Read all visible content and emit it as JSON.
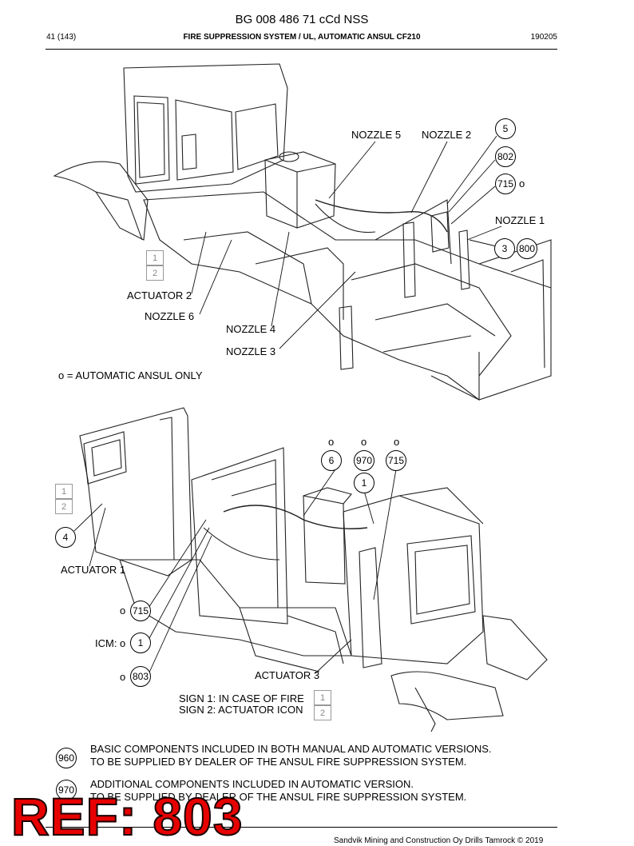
{
  "header": {
    "doc_number": "BG 008 486 71 cCd NSS",
    "page": "41 (143)",
    "title": "FIRE SUPPRESSION SYSTEM / UL, AUTOMATIC ANSUL CF210",
    "date": "190205"
  },
  "top_view": {
    "labels": {
      "nozzle5": "NOZZLE 5",
      "nozzle2": "NOZZLE 2",
      "nozzle1": "NOZZLE 1",
      "actuator2": "ACTUATOR 2",
      "nozzle6": "NOZZLE 6",
      "nozzle4": "NOZZLE 4",
      "nozzle3": "NOZZLE 3",
      "o_marker": "o"
    },
    "callouts": {
      "c5": "5",
      "c802": "802",
      "c715": "715",
      "c3": "3",
      "c800": "800"
    },
    "signs": {
      "s1": "1",
      "s2": "2"
    },
    "note": "o = AUTOMATIC ANSUL ONLY"
  },
  "bottom_view": {
    "o_markers": {
      "o1": "o",
      "o2": "o",
      "o3": "o",
      "o715": "o",
      "icm": "ICM: o",
      "o803": "o"
    },
    "callouts": {
      "c6": "6",
      "c970": "970",
      "c715": "715",
      "c1": "1",
      "c4": "4",
      "c715b": "715",
      "c1b": "1",
      "c803": "803"
    },
    "labels": {
      "actuator1": "ACTUATOR 1",
      "actuator3": "ACTUATOR 3",
      "sign1": "SIGN 1: IN CASE OF FIRE",
      "sign2": "SIGN 2: ACTUATOR ICON"
    },
    "signs": {
      "s1": "1",
      "s2": "2",
      "s3": "1",
      "s4": "2"
    }
  },
  "legend": {
    "basic_code": "960",
    "basic_line1": "BASIC COMPONENTS INCLUDED IN BOTH MANUAL AND AUTOMATIC VERSIONS.",
    "basic_line2": "TO BE SUPPLIED BY DEALER OF THE ANSUL FIRE SUPPRESSION SYSTEM.",
    "auto_code": "970",
    "auto_line1": "ADDITIONAL COMPONENTS INCLUDED IN AUTOMATIC VERSION.",
    "auto_line2": "TO BE SUPPLIED BY DEALER OF THE ANSUL FIRE SUPPRESSION SYSTEM."
  },
  "ref_stamp": "REF: 803",
  "footer": "Sandvik Mining and Construction Oy Drills Tamrock © 2019"
}
